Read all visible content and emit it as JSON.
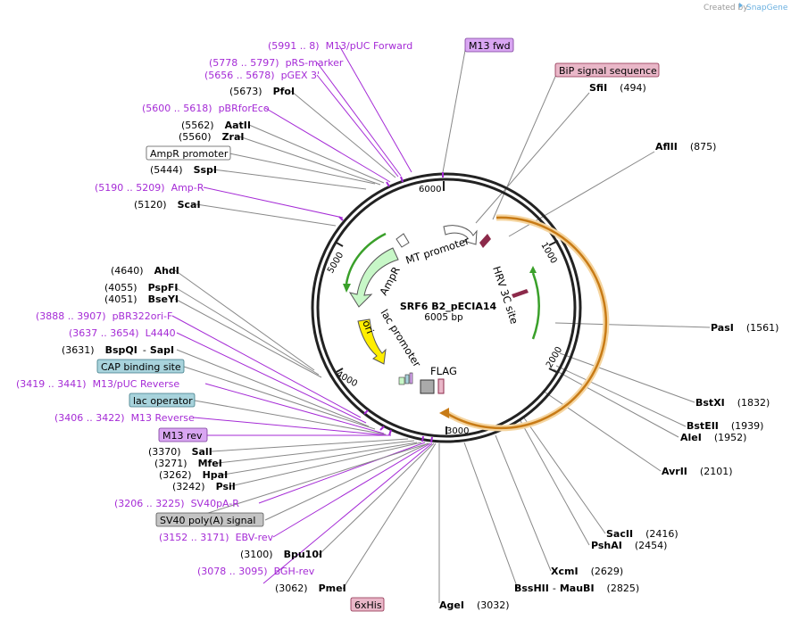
{
  "credit": {
    "text": "Created by",
    "brand": "SnapGene"
  },
  "plasmid": {
    "name": "SRF6 B2_pECIA14",
    "size": "6005 bp"
  },
  "ticks": [
    "1000",
    "2000",
    "3000",
    "4000",
    "5000",
    "6000"
  ],
  "features": {
    "mt_promoter": "MT promoter",
    "ampr": "AmpR",
    "ori": "ori",
    "lac_promoter": "lac promoter",
    "flag": "FLAG",
    "hrv": "HRV 3C site"
  },
  "sites": [
    {
      "name": "SfiI",
      "pos": "(494)"
    },
    {
      "name": "AflII",
      "pos": "(875)"
    },
    {
      "name": "PasI",
      "pos": "(1561)"
    },
    {
      "name": "BstXI",
      "pos": "(1832)"
    },
    {
      "name": "BstEII",
      "pos": "(1939)"
    },
    {
      "name": "AleI",
      "pos": "(1952)"
    },
    {
      "name": "AvrII",
      "pos": "(2101)"
    },
    {
      "name": "SacII",
      "pos": "(2416)"
    },
    {
      "name": "PshAI",
      "pos": "(2454)"
    },
    {
      "name": "XcmI",
      "pos": "(2629)"
    },
    {
      "name": "BssHII",
      "name2": "MauBI",
      "pos": "(2825)"
    },
    {
      "name": "AgeI",
      "pos": "(3032)"
    },
    {
      "name": "PmeI",
      "pos": "(3062)"
    },
    {
      "name": "Bpu10I",
      "pos": "(3100)"
    },
    {
      "name": "PsiI",
      "pos": "(3242)"
    },
    {
      "name": "HpaI",
      "pos": "(3262)"
    },
    {
      "name": "MfeI",
      "pos": "(3271)"
    },
    {
      "name": "SalI",
      "pos": "(3370)"
    },
    {
      "name": "BspQI",
      "name2": "SapI",
      "pos": "(3631)"
    },
    {
      "name": "BseYI",
      "pos": "(4051)"
    },
    {
      "name": "PspFI",
      "pos": "(4055)"
    },
    {
      "name": "AhdI",
      "pos": "(4640)"
    },
    {
      "name": "ScaI",
      "pos": "(5120)"
    },
    {
      "name": "SspI",
      "pos": "(5444)"
    },
    {
      "name": "ZraI",
      "pos": "(5560)"
    },
    {
      "name": "AatII",
      "pos": "(5562)"
    },
    {
      "name": "PfoI",
      "pos": "(5673)"
    }
  ],
  "primers": [
    {
      "range": "(5991 .. 8)",
      "name": "M13/pUC Forward"
    },
    {
      "range": "(5778 .. 5797)",
      "name": "pRS-marker"
    },
    {
      "range": "(5656 .. 5678)",
      "name": "pGEX 3'"
    },
    {
      "range": "(5600 .. 5618)",
      "name": "pBRforEco"
    },
    {
      "range": "(5190 .. 5209)",
      "name": "Amp-R"
    },
    {
      "range": "(3888 .. 3907)",
      "name": "pBR322ori-F"
    },
    {
      "range": "(3637 .. 3654)",
      "name": "L4440"
    },
    {
      "range": "(3419 .. 3441)",
      "name": "M13/pUC Reverse"
    },
    {
      "range": "(3406 .. 3422)",
      "name": "M13 Reverse"
    },
    {
      "range": "(3206 .. 3225)",
      "name": "SV40pA-R"
    },
    {
      "range": "(3152 .. 3171)",
      "name": "EBV-rev"
    },
    {
      "range": "(3078 .. 3095)",
      "name": "BGH-rev"
    }
  ],
  "boxes": {
    "m13_fwd": "M13 fwd",
    "bip": "BiP signal sequence",
    "ampr_promoter": "AmpR promoter",
    "cap": "CAP binding site",
    "lac_operator": "lac operator",
    "m13_rev": "M13 rev",
    "sv40": "SV40 poly(A) signal",
    "his": "6xHis"
  },
  "colors": {
    "backbone": "#222222",
    "primer": "#a52bd6",
    "orf": "#e39a2d",
    "ampr": "#c7f7c7",
    "ori": "#ffee00",
    "promoter": "#ffffff",
    "feature_box_purple": "#d9a6f2",
    "feature_box_pink": "#e9b7c8",
    "feature_box_blue": "#a8d3dc",
    "feature_box_gray": "#c4c4c4"
  }
}
